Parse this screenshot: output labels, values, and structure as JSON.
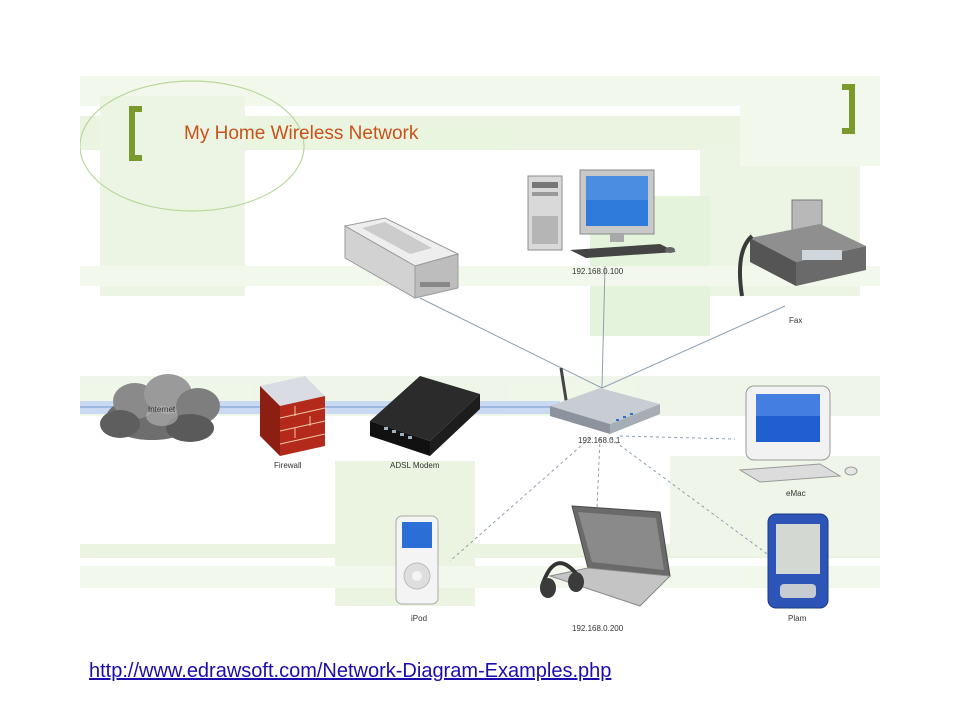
{
  "diagram": {
    "title": "My Home Wireless Network",
    "nodes": {
      "internet": "Internet",
      "firewall": "Firewall",
      "adsl_modem": "ADSL Modem",
      "router": "192.168.0.1",
      "desktop": "192.168.0.100",
      "fax": "Fax",
      "emac": "eMac",
      "laptop": "192.168.0.200",
      "ipod": "iPod",
      "palm": "Plam"
    }
  },
  "source_url": "http://www.edrawsoft.com/Network-Diagram-Examples.php",
  "colors": {
    "title": "#c8521a",
    "bracket": "#7a9a2e",
    "band": "#d8ecc8",
    "cable": "#a8bfe6",
    "link": "#1a0dab"
  }
}
